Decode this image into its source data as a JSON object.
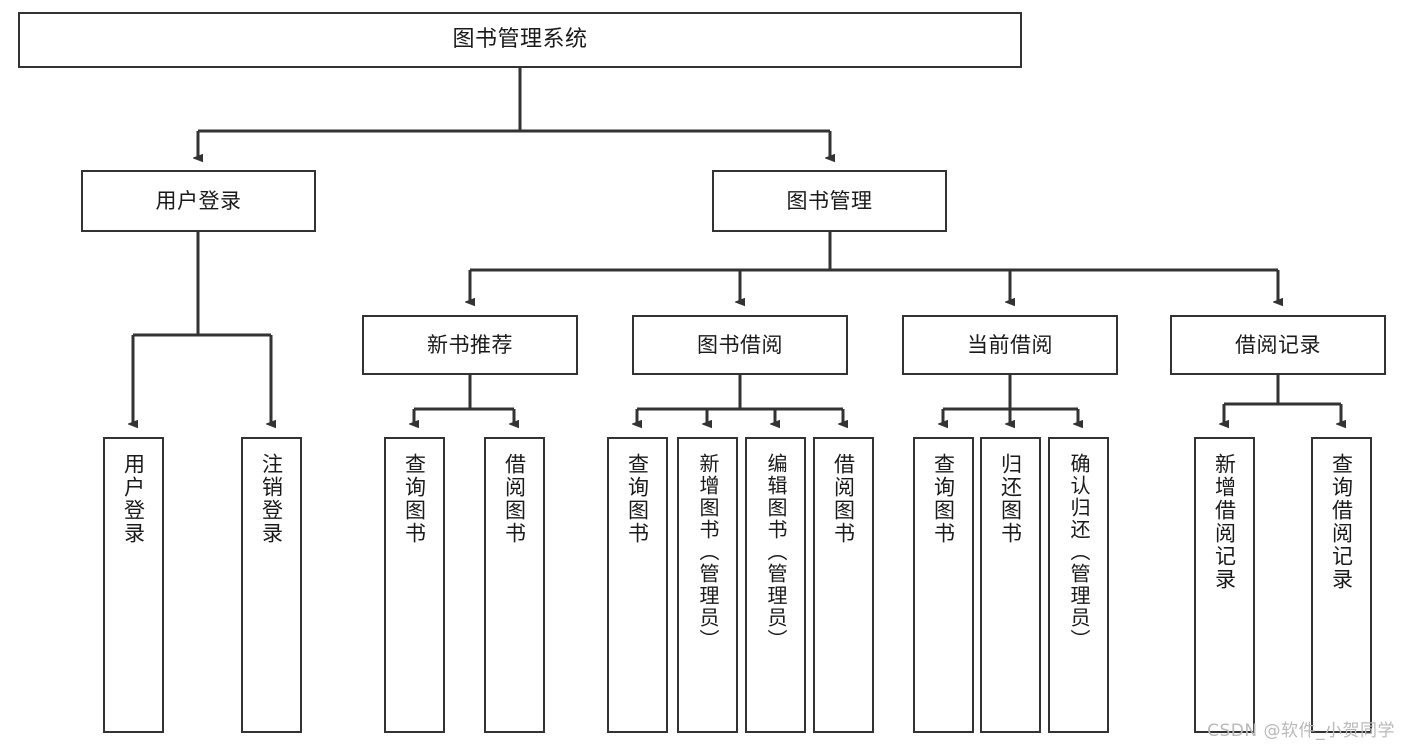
{
  "diagram": {
    "title": "图书管理系统",
    "type": "hierarchy-tree",
    "root": {
      "label": "图书管理系统"
    },
    "level2": [
      {
        "label": "用户登录"
      },
      {
        "label": "图书管理"
      }
    ],
    "level3": [
      {
        "label": "新书推荐"
      },
      {
        "label": "图书借阅"
      },
      {
        "label": "当前借阅"
      },
      {
        "label": "借阅记录"
      }
    ],
    "leaves": {
      "user_login": [
        {
          "label": "用户登录"
        },
        {
          "label": "注销登录"
        }
      ],
      "new_book_recommend": [
        {
          "label": "查询图书"
        },
        {
          "label": "借阅图书"
        }
      ],
      "book_borrow": [
        {
          "label": "查询图书"
        },
        {
          "label": "新增图书（管理员）"
        },
        {
          "label": "编辑图书（管理员）"
        },
        {
          "label": "借阅图书"
        }
      ],
      "current_borrow": [
        {
          "label": "查询图书"
        },
        {
          "label": "归还图书"
        },
        {
          "label": "确认归还（管理员）"
        }
      ],
      "borrow_records": [
        {
          "label": "新增借阅记录"
        },
        {
          "label": "查询借阅记录"
        }
      ]
    }
  },
  "watermark": {
    "text": "CSDN @软件_小贺同学"
  },
  "colors": {
    "stroke": "#333333",
    "background": "#ffffff",
    "text": "#1a1a1a",
    "watermark": "#b9b9b9"
  }
}
